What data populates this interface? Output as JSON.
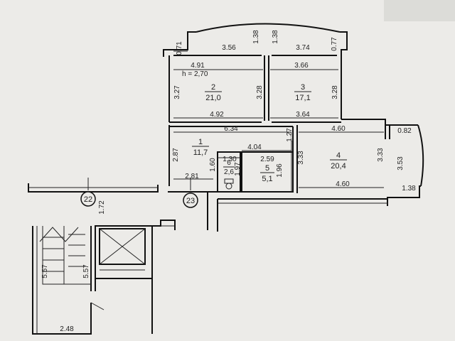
{
  "plan": {
    "ceiling_height": "h = 2,70",
    "rooms": [
      {
        "num": "1",
        "area": "11,7"
      },
      {
        "num": "2",
        "area": "21,0"
      },
      {
        "num": "3",
        "area": "17,1"
      },
      {
        "num": "4",
        "area": "20,4"
      },
      {
        "num": "5",
        "area": "5,1"
      },
      {
        "num": "6",
        "area": "2,6"
      }
    ],
    "axes": [
      "22",
      "23"
    ],
    "dims": {
      "d071a": "0.71",
      "d356": "3.56",
      "d138a": "1.38",
      "d138b": "1.38",
      "d374": "3.74",
      "d077": "0.77",
      "d491": "4.91",
      "d366": "3.66",
      "d327": "3.27",
      "d328a": "3.28",
      "d328b": "3.28",
      "d492": "4.92",
      "d364": "3.64",
      "d634": "6.34",
      "d127": "1.27",
      "d460a": "4.60",
      "d082": "0.82",
      "d287": "2.87",
      "d404": "4.04",
      "d130": "1.30",
      "d259": "2.59",
      "d160": "1.60",
      "d197": "1.97",
      "d196": "1.96",
      "d333a": "3.33",
      "d333b": "3.33",
      "d353": "3.53",
      "d281": "2.81",
      "d460b": "4.60",
      "d138c": "1.38",
      "d172": "1.72",
      "d557a": "5.57",
      "d557b": "5.57",
      "d248": "2.48"
    }
  }
}
